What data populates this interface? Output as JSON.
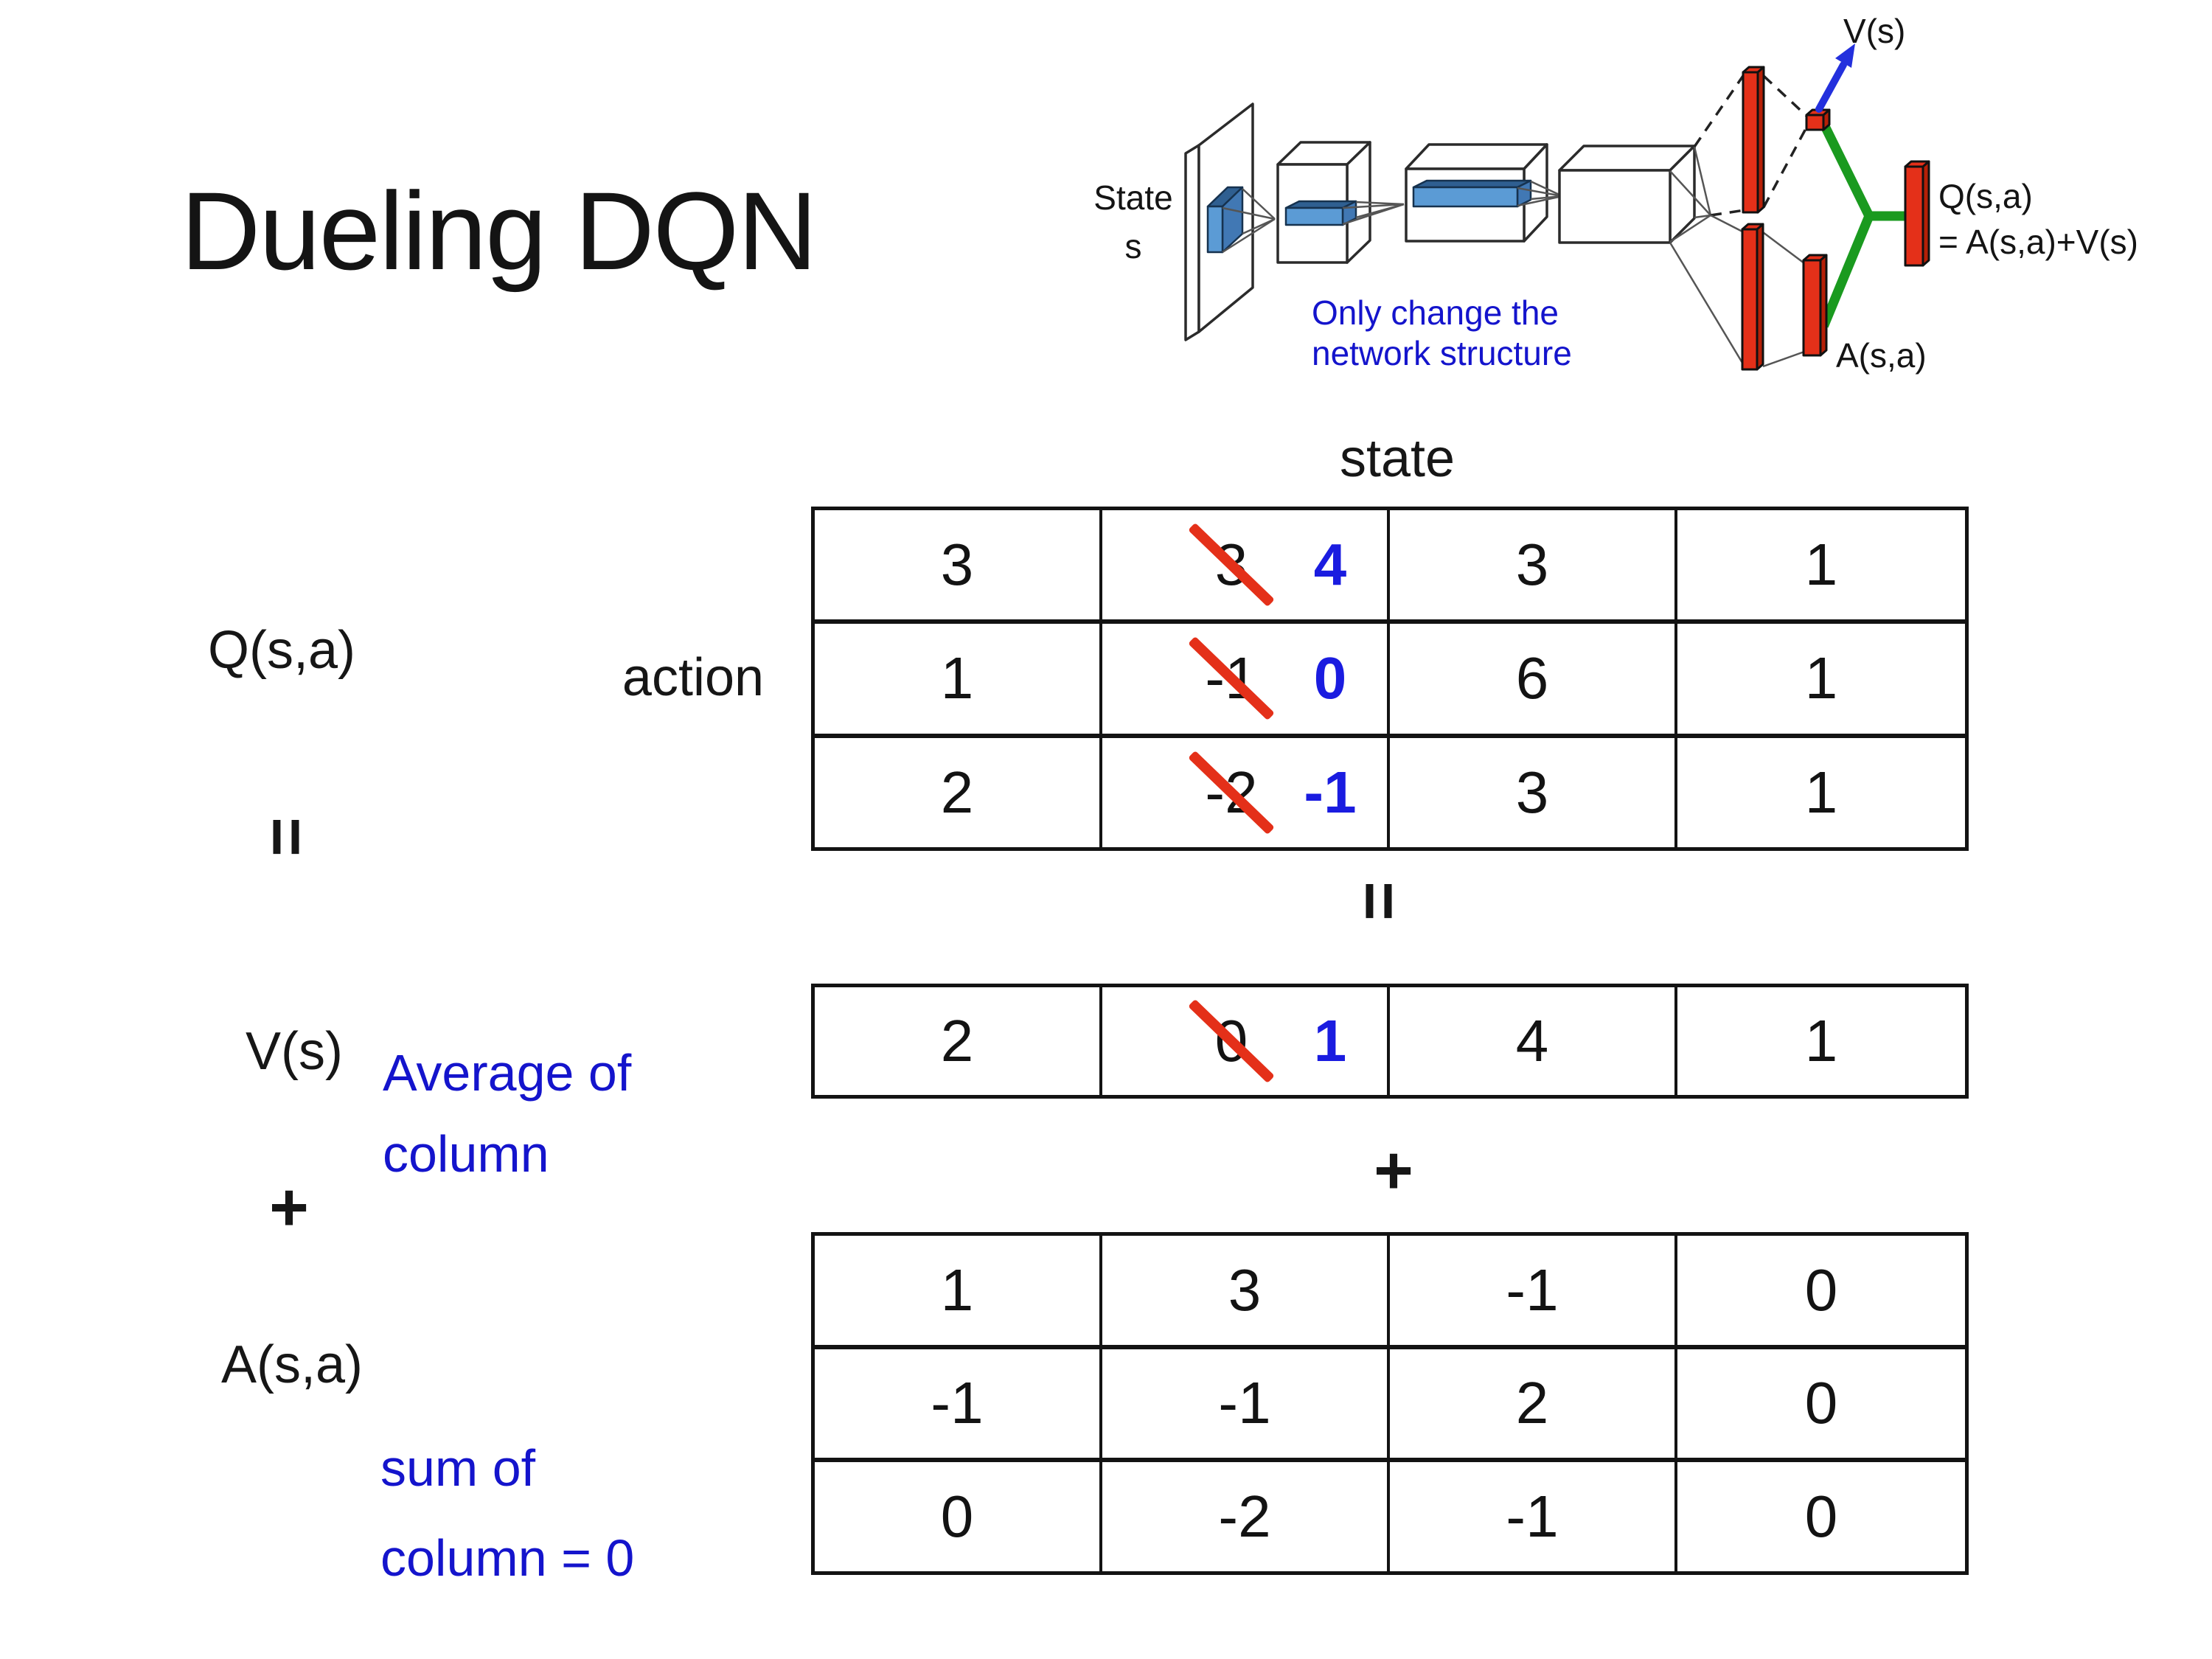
{
  "title": "Dueling DQN",
  "colors": {
    "red": "#e43019",
    "red_dark": "#b62007",
    "green": "#1a9a1f",
    "arrow_blue": "#2330dd",
    "accent_blue": "#1a1ce0",
    "note_blue": "#1414cc",
    "conv_front": "#5b9bd5",
    "conv_top": "#2f5f91",
    "conv_side": "#4178b4"
  },
  "diagram": {
    "state_label": "State",
    "state_sub": "s",
    "note_line1": "Only change the",
    "note_line2": "network structure",
    "v_out_label": "V(s)",
    "q_out_label": "Q(s,a)",
    "q_out_eq": "= A(s,a)+V(s)",
    "a_out_label": "A(s,a)"
  },
  "equation": {
    "q_label": "Q(s,a)",
    "equals": "=",
    "v_label": "V(s)",
    "plus": "+",
    "a_label": "A(s,a)",
    "avg_line1": "Average of",
    "avg_line2": "column",
    "sum_line1": "sum of",
    "sum_line2": "column = 0",
    "state_header": "state",
    "action_label": "action",
    "equals_mid": "=",
    "plus_mid": "+"
  },
  "q_table": {
    "rows": [
      [
        {
          "v": "3"
        },
        {
          "old": "3",
          "new": "4"
        },
        {
          "v": "3"
        },
        {
          "v": "1"
        }
      ],
      [
        {
          "v": "1"
        },
        {
          "old": "-1",
          "new": "0"
        },
        {
          "v": "6"
        },
        {
          "v": "1"
        }
      ],
      [
        {
          "v": "2"
        },
        {
          "old": "-2",
          "new": "-1"
        },
        {
          "v": "3"
        },
        {
          "v": "1"
        }
      ]
    ]
  },
  "v_table": {
    "rows": [
      [
        {
          "v": "2"
        },
        {
          "old": "0",
          "new": "1"
        },
        {
          "v": "4"
        },
        {
          "v": "1"
        }
      ]
    ]
  },
  "a_table": {
    "rows": [
      [
        {
          "v": "1"
        },
        {
          "v": "3"
        },
        {
          "v": "-1"
        },
        {
          "v": "0"
        }
      ],
      [
        {
          "v": "-1"
        },
        {
          "v": "-1"
        },
        {
          "v": "2"
        },
        {
          "v": "0"
        }
      ],
      [
        {
          "v": "0"
        },
        {
          "v": "-2"
        },
        {
          "v": "-1"
        },
        {
          "v": "0"
        }
      ]
    ]
  }
}
